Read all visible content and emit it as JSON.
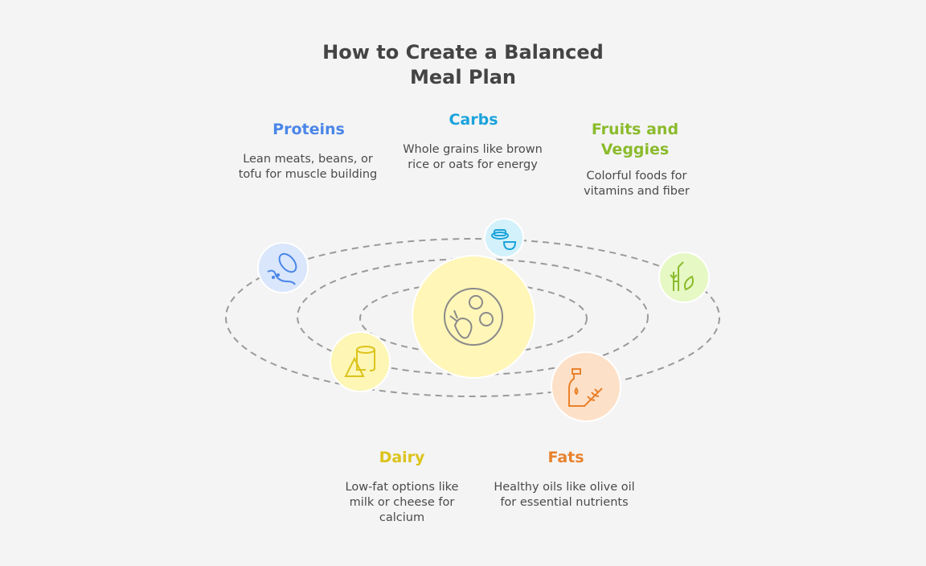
{
  "title": "How to Create a Balanced Meal Plan",
  "center": {
    "icon": "plate-carrot-broccoli-icon",
    "fill": "#fff6b8"
  },
  "categories": [
    {
      "id": "proteins",
      "label": "Proteins",
      "description": "Lean meats, beans, or tofu for muscle building",
      "color": "#4a86e8",
      "fill": "#d9e6fb",
      "icon": "peanut-icon"
    },
    {
      "id": "carbs",
      "label": "Carbs",
      "description": "Whole grains like brown rice or oats for energy",
      "color": "#1ba3dc",
      "fill": "#d2f1fb",
      "icon": "bread-bowl-icon"
    },
    {
      "id": "fruits",
      "label": "Fruits and Veggies",
      "description": "Colorful foods for vitamins and fiber",
      "color": "#8bbb2c",
      "fill": "#e6f8c4",
      "icon": "plant-leaf-icon"
    },
    {
      "id": "dairy",
      "label": "Dairy",
      "description": "Low-fat options like milk or cheese for calcium",
      "color": "#dcc31c",
      "fill": "#fdf6b4",
      "icon": "cheese-cone-icon"
    },
    {
      "id": "fats",
      "label": "Fats",
      "description": "Healthy oils like olive oil for essential nutrients",
      "color": "#e8822c",
      "fill": "#fde0c8",
      "icon": "oil-bottle-icon"
    }
  ]
}
